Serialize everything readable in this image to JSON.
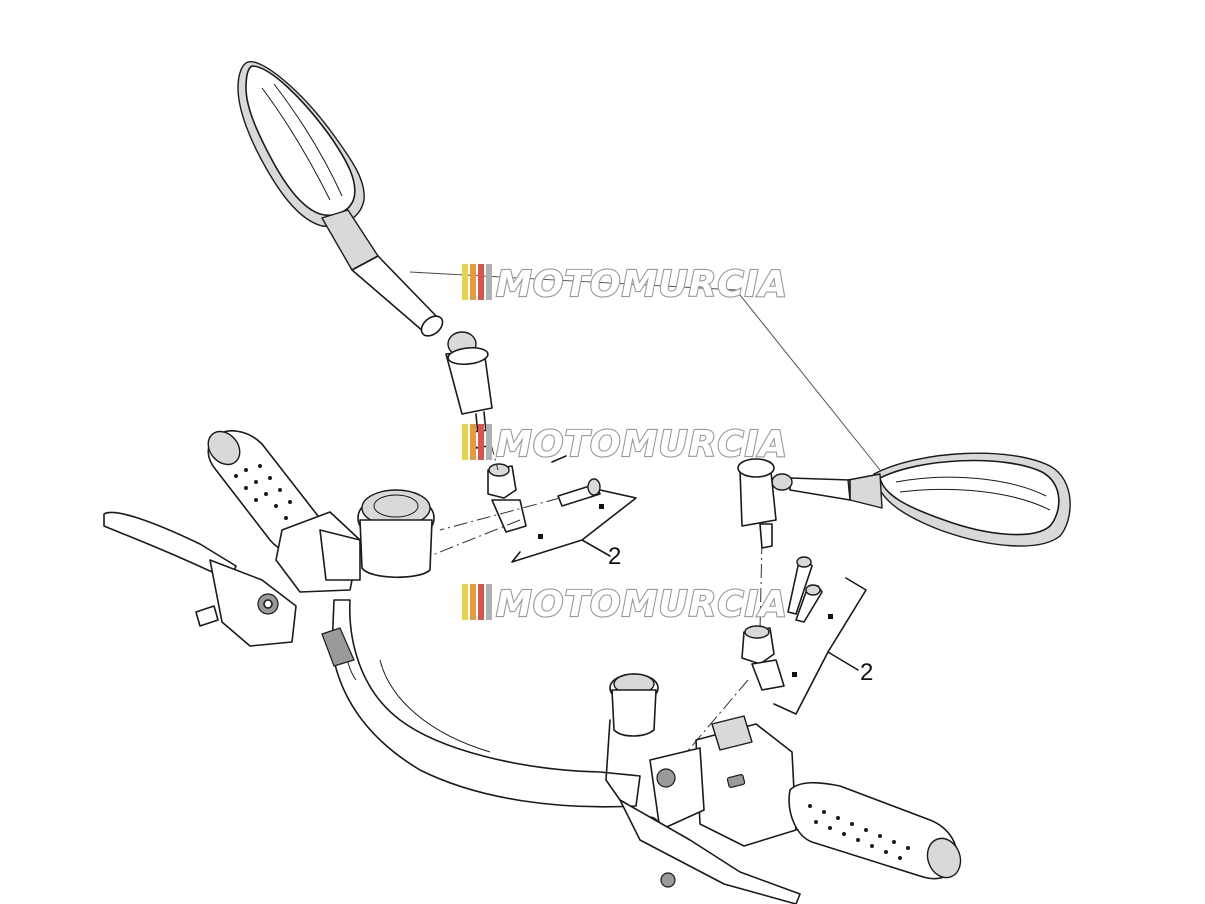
{
  "diagram": {
    "callouts": [
      {
        "id": "left-mount-kit",
        "label": "2"
      },
      {
        "id": "right-mount-kit",
        "label": "2"
      }
    ],
    "watermark": {
      "text": "MOTOMURCIA",
      "stripe_colors": [
        "#e8d44a",
        "#e59a3b",
        "#d9534f",
        "#b0b0b0"
      ]
    }
  }
}
